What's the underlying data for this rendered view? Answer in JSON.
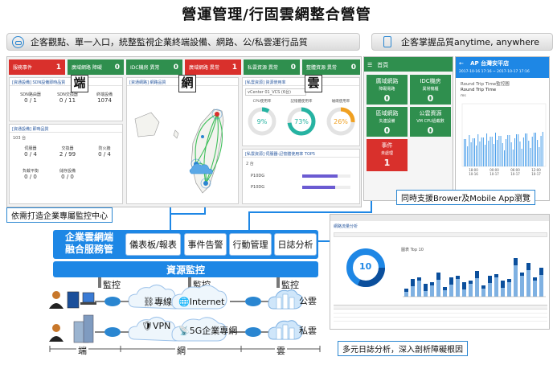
{
  "title": "營運管理/行固雲網整合營管",
  "banners": {
    "left": "企客觀點、單一入口，統整監視企業終端設備、網路、公/私雲運行品質",
    "right": "企客掌握品質anytime, anywhere"
  },
  "colors": {
    "accent": "#1e87e5",
    "red": "#d9302c",
    "green": "#2f8f4e",
    "orange": "#f0a020",
    "teal": "#26b3a2"
  },
  "dashboard": {
    "kpis": [
      {
        "label": "服務事件",
        "value": "1"
      },
      {
        "label": "廣域網路\n障礙",
        "value": "0"
      },
      {
        "label": "IDC機房\n異常",
        "value": "0"
      },
      {
        "label": "廣域網路\n異常",
        "value": "1"
      },
      {
        "label": "私雲資源\n異常",
        "value": "0"
      },
      {
        "label": "整體資源\n異常",
        "value": "0"
      }
    ],
    "panels": {
      "devices": "[資通設備] SDN設備即時品質",
      "devices_cells": [
        {
          "name": "SDN路由器",
          "value": "0 / 1"
        },
        {
          "name": "SDN交換器",
          "value": "0 / 11"
        },
        {
          "name": "終端設備",
          "value": "1074"
        }
      ],
      "terminals": "[資通設備] 即時品質",
      "terminals_count": "103 台",
      "terminals_cells": [
        {
          "name": "伺服器",
          "value": "0 / 4"
        },
        {
          "name": "交換器",
          "value": "2 / 99"
        },
        {
          "name": "防火牆",
          "value": "0 / 4"
        },
        {
          "name": "負載平衡",
          "value": "0 / 0"
        },
        {
          "name": "儲存設備",
          "value": "0 / 0"
        }
      ],
      "map": "[資通網路] 網路品質",
      "cloud": "[私雲資源] 資源使用率",
      "cloud_select": "vCenter 01_VCS (6台)",
      "gauges": [
        {
          "label": "CPU使用率",
          "value": 9,
          "text": "9%",
          "color": "#26b3a2"
        },
        {
          "label": "記憶體使用率",
          "value": 73,
          "text": "73%",
          "color": "#26b3a2"
        },
        {
          "label": "磁碟使用率",
          "value": 26,
          "text": "26%",
          "color": "#f0a020"
        }
      ],
      "hosts": "[私雲資源] 伺服器-記憶體使用率 TOP5",
      "hosts_count": "2 台",
      "hosts_rows": [
        {
          "name": "P10DG",
          "value": 73
        },
        {
          "name": "P10DG",
          "value": 68
        }
      ]
    }
  },
  "tags": {
    "end": "端",
    "net": "網",
    "cloud": "雲"
  },
  "mobile": {
    "menu_title": "首頁",
    "tiles": [
      {
        "label": "廣域網路",
        "sub": "障礙電路",
        "value": "0"
      },
      {
        "label": "IDC機房",
        "sub": "異常機櫃",
        "value": "0"
      },
      {
        "label": "區域網路",
        "sub": "失連設備",
        "value": "0"
      },
      {
        "label": "公雲資源",
        "sub": "VM CPU過載數",
        "value": "0"
      },
      {
        "label": "事件",
        "sub": "未處理",
        "value": "1"
      }
    ],
    "detail_title": "AP 台灣安平店",
    "detail_range": "2017-10-16 17:16  ~  2017-10-17 17:16",
    "detail_metric": "Round Trip Time監控圖",
    "chart_title": "Round Trip Time",
    "chart_unit": "ms",
    "x_ticks": [
      "18:00\n10-16",
      "00:00\n10-17",
      "06:00\n10-17",
      "12:00\n10-17"
    ]
  },
  "callouts": {
    "custom": "依需打造企業專屬監控中心",
    "browser": "同時支援Brower及Mobile App瀏覽",
    "logs": "多元日誌分析，深入剖析障礙根因"
  },
  "service": {
    "name_line1": "企業雲網端",
    "name_line2": "融合服務管",
    "modules": [
      "儀表板/報表",
      "事件告警",
      "行動管理",
      "日誌分析"
    ],
    "resource": "資源監控"
  },
  "topology": {
    "monitor": "監控",
    "line": "專線",
    "internet": "Internet",
    "vpn": "VPN",
    "g5": "5G企業專網",
    "public_cloud": "公雲",
    "private_cloud": "私雲",
    "axis": [
      "端",
      "網",
      "雲"
    ]
  },
  "log_screen": {
    "title": "網路流量分析",
    "donut_value": "10",
    "chart_caption": "圖表 Top 10"
  }
}
